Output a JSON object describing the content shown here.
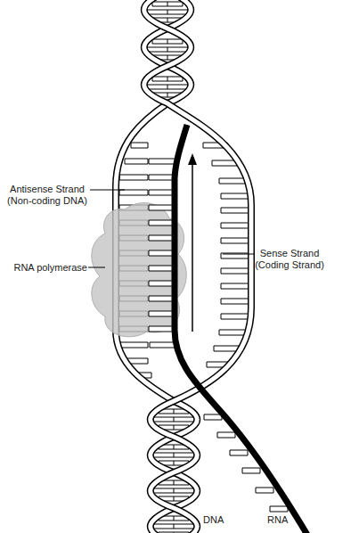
{
  "diagram": {
    "labels": [
      "Antisense Strand (Non-coding DNA)",
      "Sense Strand (Coding Strand)",
      "RNA polymerase",
      "DNA",
      "RNA"
    ]
  }
}
